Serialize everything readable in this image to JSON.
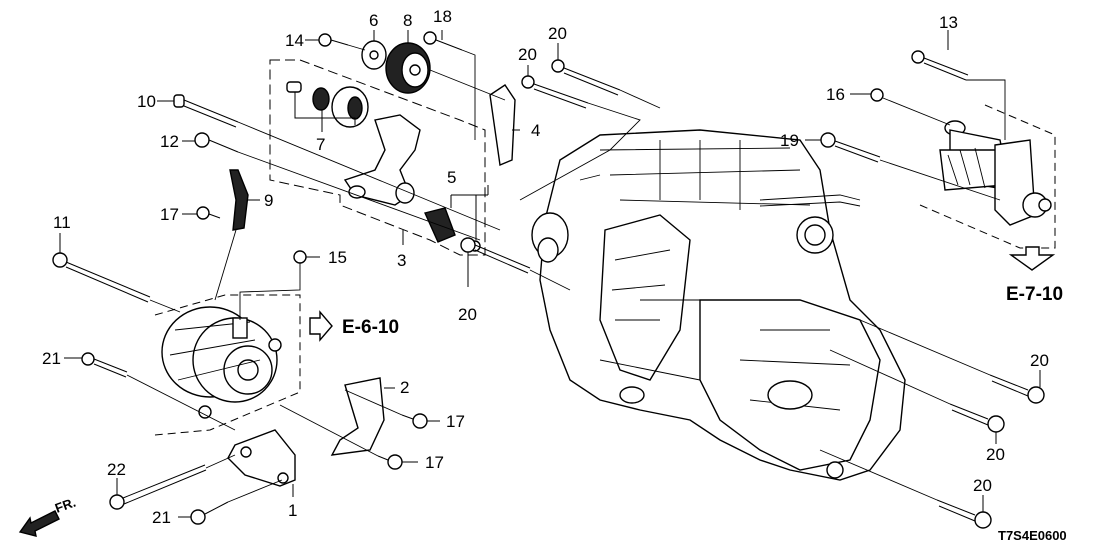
{
  "diagram": {
    "title": "Alternator / Starter / Auto-tensioner mounting",
    "diagram_code": "T7S4E0600",
    "front_indicator": "FR.",
    "references": [
      {
        "id": "ref-e-6-10",
        "label": "E-6-10"
      },
      {
        "id": "ref-e-7-10",
        "label": "E-7-10"
      }
    ],
    "callouts": {
      "c1": "1",
      "c2": "2",
      "c3": "3",
      "c4": "4",
      "c5": "5",
      "c6": "6",
      "c7": "7",
      "c8": "8",
      "c9": "9",
      "c10": "10",
      "c11": "11",
      "c12": "12",
      "c13": "13",
      "c14": "14",
      "c15": "15",
      "c16": "16",
      "c17a": "17",
      "c17b": "17",
      "c17c": "17",
      "c18": "18",
      "c19": "19",
      "c20a": "20",
      "c20b": "20",
      "c20c": "20",
      "c20d": "20",
      "c20e": "20",
      "c20f": "20",
      "c21a": "21",
      "c21b": "21",
      "c22": "22"
    }
  }
}
